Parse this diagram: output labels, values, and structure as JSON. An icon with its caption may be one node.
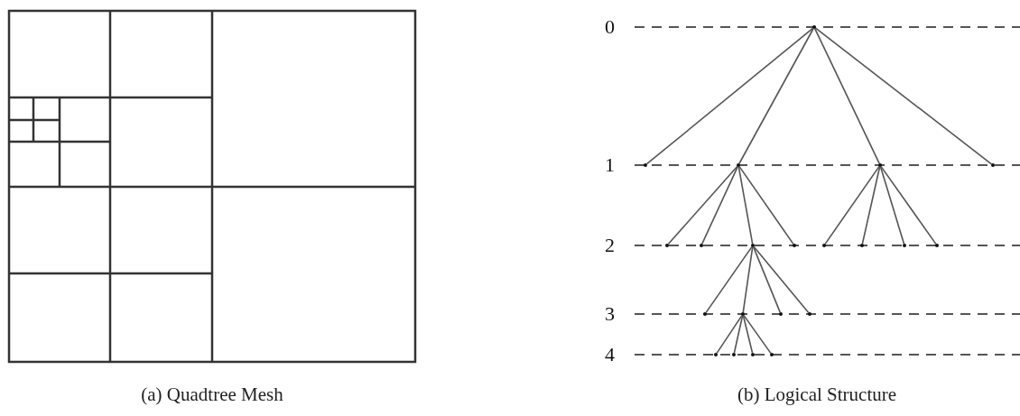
{
  "diagram": {
    "nodes": [
      {
        "text": [],
        "shape": "dot"
      },
      {
        "text": [],
        "shape": "dot"
      },
      {
        "text": [],
        "shape": "dot"
      },
      {
        "text": [],
        "shape": "dot"
      },
      {
        "text": [],
        "shape": "dot"
      },
      {
        "text": [],
        "shape": "dot"
      },
      {
        "text": [],
        "shape": "dot"
      },
      {
        "text": [],
        "shape": "dot"
      },
      {
        "text": [],
        "shape": "dot"
      },
      {
        "text": [],
        "shape": "dot"
      },
      {
        "text": [],
        "shape": "dot"
      },
      {
        "text": [],
        "shape": "dot"
      },
      {
        "text": [],
        "shape": "dot"
      },
      {
        "text": [],
        "shape": "dot"
      },
      {
        "text": [],
        "shape": "dot"
      },
      {
        "text": [],
        "shape": "dot"
      },
      {
        "text": [],
        "shape": "dot"
      },
      {
        "text": [],
        "shape": "dot"
      },
      {
        "text": [],
        "shape": "dot"
      },
      {
        "text": [],
        "shape": "dot"
      },
      {
        "text": [],
        "shape": "dot"
      }
    ],
    "edges": [
      {
        "from": 0,
        "to": 1,
        "arrow": "none"
      },
      {
        "from": 0,
        "to": 2,
        "arrow": "none"
      },
      {
        "from": 0,
        "to": 3,
        "arrow": "none"
      },
      {
        "from": 0,
        "to": 4,
        "arrow": "none"
      },
      {
        "from": 2,
        "to": 5,
        "arrow": "none"
      },
      {
        "from": 2,
        "to": 6,
        "arrow": "none"
      },
      {
        "from": 2,
        "to": 7,
        "arrow": "none"
      },
      {
        "from": 2,
        "to": 8,
        "arrow": "none"
      },
      {
        "from": 3,
        "to": 9,
        "arrow": "none"
      },
      {
        "from": 3,
        "to": 10,
        "arrow": "none"
      },
      {
        "from": 3,
        "to": 11,
        "arrow": "none"
      },
      {
        "from": 3,
        "to": 12,
        "arrow": "none"
      },
      {
        "from": 7,
        "to": 13,
        "arrow": "none"
      },
      {
        "from": 7,
        "to": 14,
        "arrow": "none"
      },
      {
        "from": 7,
        "to": 15,
        "arrow": "none"
      },
      {
        "from": 7,
        "to": 16,
        "arrow": "none"
      },
      {
        "from": 14,
        "to": 17,
        "arrow": "none"
      },
      {
        "from": 14,
        "to": 18,
        "arrow": "none"
      },
      {
        "from": 14,
        "to": 19,
        "arrow": "none"
      },
      {
        "from": 14,
        "to": 20,
        "arrow": "none"
      }
    ],
    "labels": [
      "0",
      "1",
      "2",
      "3",
      "4",
      "(a) Quadtree Mesh",
      "(b) Logical Structure"
    ]
  }
}
